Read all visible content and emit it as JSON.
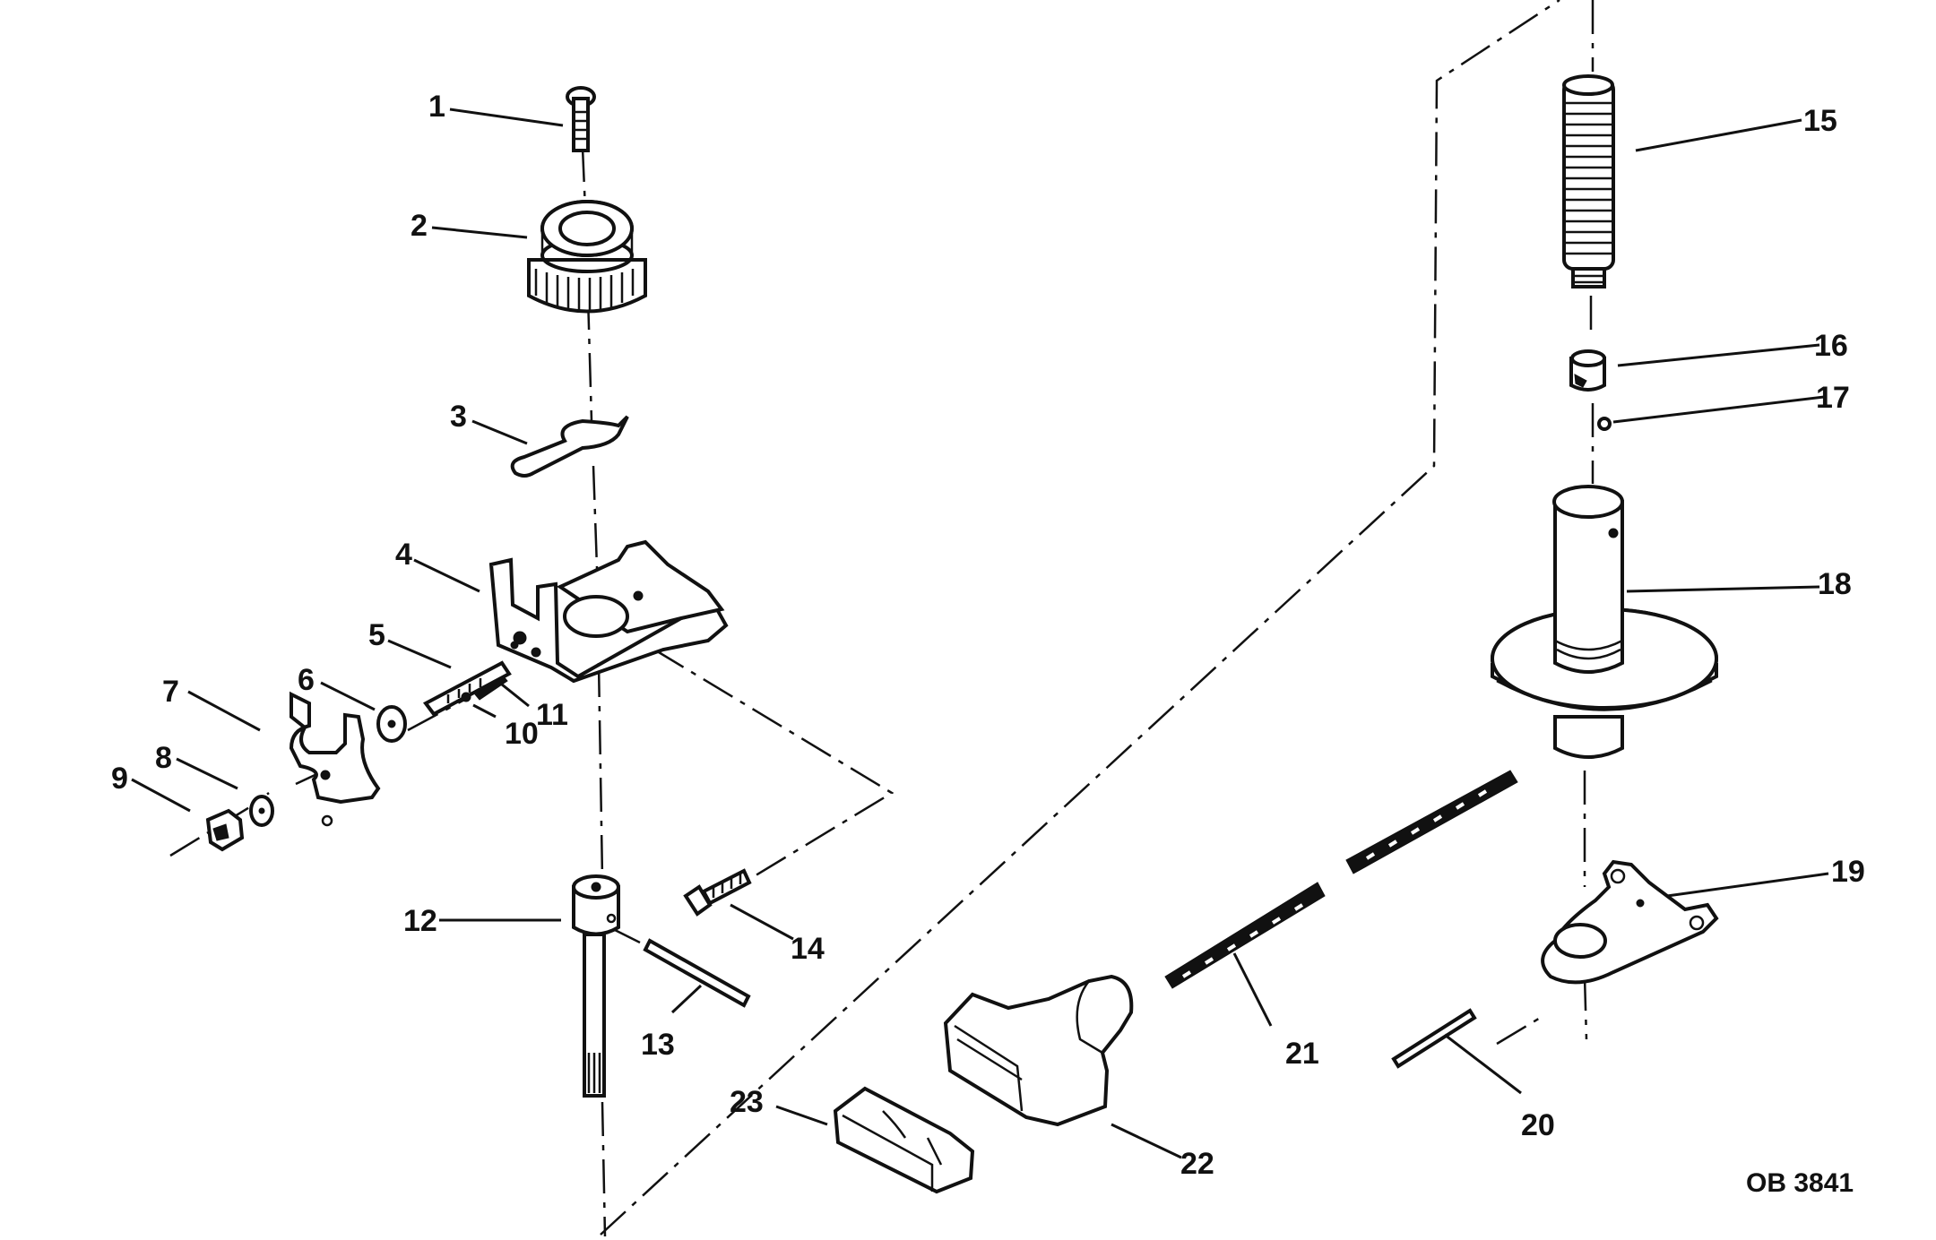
{
  "diagram": {
    "type": "exploded-parts-diagram",
    "figure_code": "OB 3841",
    "ink_color": "#111111",
    "background_color": "#ffffff",
    "callouts": [
      {
        "number": "1",
        "part": "screw"
      },
      {
        "number": "2",
        "part": "drive-pulley-gear"
      },
      {
        "number": "3",
        "part": "spring-clip"
      },
      {
        "number": "4",
        "part": "bracket"
      },
      {
        "number": "5",
        "part": "pin-shaft"
      },
      {
        "number": "6",
        "part": "washer"
      },
      {
        "number": "7",
        "part": "lever-plate"
      },
      {
        "number": "8",
        "part": "washer"
      },
      {
        "number": "9",
        "part": "nut"
      },
      {
        "number": "10",
        "part": "ball"
      },
      {
        "number": "11",
        "part": "spring"
      },
      {
        "number": "12",
        "part": "shaft-with-hub"
      },
      {
        "number": "13",
        "part": "pin"
      },
      {
        "number": "14",
        "part": "bolt"
      },
      {
        "number": "15",
        "part": "rewind-spring"
      },
      {
        "number": "16",
        "part": "coupling"
      },
      {
        "number": "17",
        "part": "ball"
      },
      {
        "number": "18",
        "part": "pulley-spool"
      },
      {
        "number": "19",
        "part": "lower-bracket"
      },
      {
        "number": "20",
        "part": "pin"
      },
      {
        "number": "21",
        "part": "starter-rope"
      },
      {
        "number": "22",
        "part": "handle"
      },
      {
        "number": "23",
        "part": "handle-insert"
      }
    ]
  }
}
